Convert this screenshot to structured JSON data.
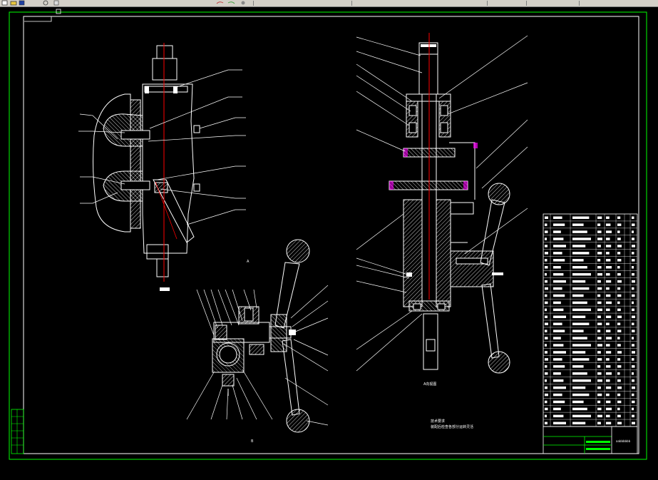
{
  "window": {
    "toolbar_icons": [
      "new-file-icon",
      "open-file-icon",
      "zoom-icon",
      "pan-icon",
      "undo-icon"
    ]
  },
  "drawing": {
    "colors": {
      "background": "#000000",
      "frame": "#ffffff",
      "outer_border": "#00ff00",
      "centerline": "#ff0000",
      "hatch": "#ffffff",
      "accent_magenta": "#ff00ff",
      "title_block_green": "#00ff00",
      "handle_yellow": "#ffff00"
    },
    "view_labels": {
      "right_label": "A向视图",
      "sheet_note_1": "技术要求",
      "sheet_note_2": "装配后检查各部分运转灵活"
    },
    "title_block": {
      "name": "aabbbbbb"
    },
    "bom_rows": 30
  }
}
